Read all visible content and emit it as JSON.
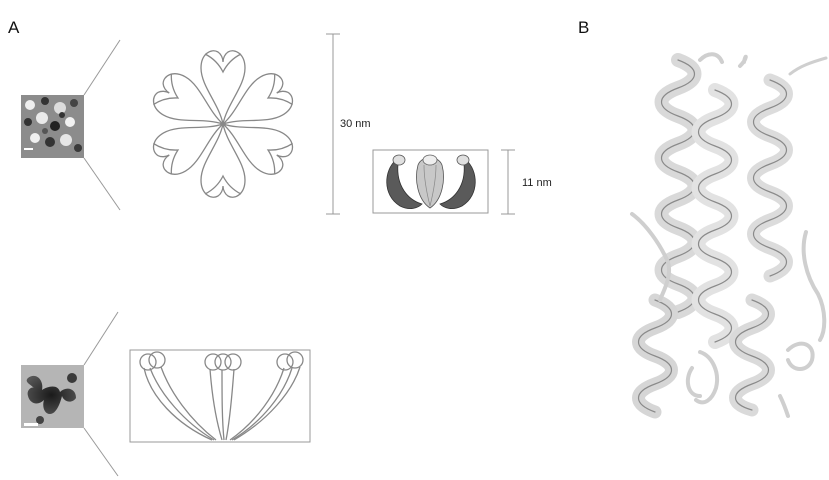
{
  "figure": {
    "panel_a_label": "A",
    "panel_b_label": "B",
    "scale_30": "30 nm",
    "scale_11": "11 nm"
  }
}
